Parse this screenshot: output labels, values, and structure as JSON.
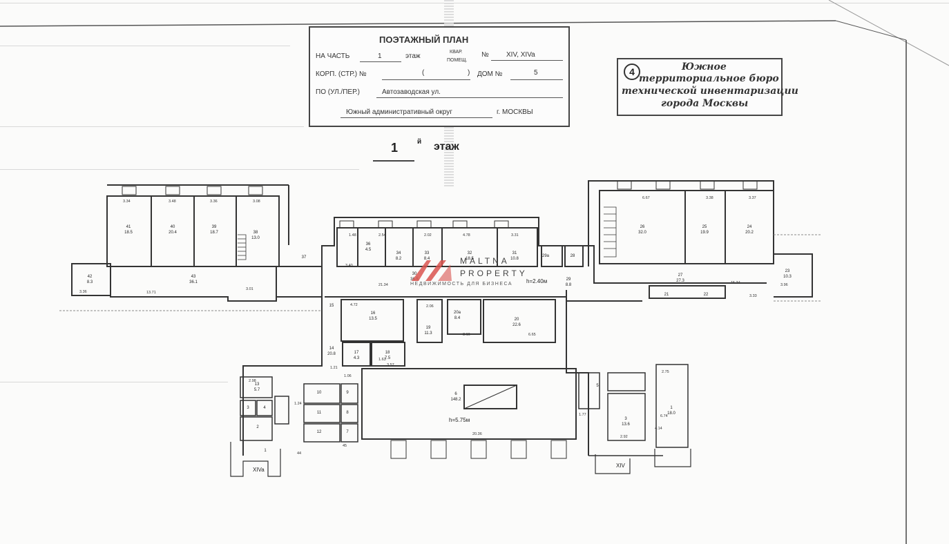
{
  "stamp": {
    "title": "ПОЭТАЖНЫЙ ПЛАН",
    "part_label": "НА ЧАСТЬ",
    "floor_value": "1",
    "floor_word": "этаж",
    "kvar_label": "КВАР.",
    "pomeshch_label": "ПОМЕЩ.",
    "no_label": "№",
    "no_value": "XIV, XIVa",
    "korp_label": "КОРП. (СТР.) №",
    "korp_paren_open": "(",
    "korp_paren_close": ")",
    "dom_label": "ДОМ №",
    "dom_value": "5",
    "street_label": "ПО (УЛ./ПЕР.)",
    "street_value": "Автозаводская ул.",
    "district_value": "Южный административный округ",
    "city_value": "г. МОСКВЫ"
  },
  "bti": {
    "number": "4",
    "line1": "Южное",
    "line2": "территориальное бюро",
    "line3": "технической инвентаризации",
    "line4": "города Москвы"
  },
  "floor_heading": {
    "number": "1",
    "sup": "й",
    "word": "этаж"
  },
  "watermark": {
    "line1": "MALTNA",
    "line2": "PROPERTY",
    "line3": "НЕДВИЖИМОСТЬ ДЛЯ БИЗНЕСА"
  },
  "rooms": [
    {
      "n": "41",
      "a": "18.5"
    },
    {
      "n": "40",
      "a": "20.4"
    },
    {
      "n": "39",
      "a": "18.7"
    },
    {
      "n": "38",
      "a": "13.0"
    },
    {
      "n": "42",
      "a": "8.3"
    },
    {
      "n": "43",
      "a": "36.1"
    },
    {
      "n": "36",
      "a": "4.5"
    },
    {
      "n": "34",
      "a": "8.2"
    },
    {
      "n": "33",
      "a": "8.4"
    },
    {
      "n": "32",
      "a": "18.5"
    },
    {
      "n": "31",
      "a": "10.8"
    },
    {
      "n": "30",
      "a": "36.5"
    },
    {
      "n": "29а",
      "a": ""
    },
    {
      "n": "28",
      "a": ""
    },
    {
      "n": "29",
      "a": "8.8"
    },
    {
      "n": "26",
      "a": "32.0"
    },
    {
      "n": "25",
      "a": "19.9"
    },
    {
      "n": "24",
      "a": "20.2"
    },
    {
      "n": "27",
      "a": "27.3"
    },
    {
      "n": "23",
      "a": "10.3"
    },
    {
      "n": "21",
      "a": ""
    },
    {
      "n": "22",
      "a": ""
    },
    {
      "n": "15",
      "a": ""
    },
    {
      "n": "16",
      "a": "13.5"
    },
    {
      "n": "19",
      "a": "11.3"
    },
    {
      "n": "20а",
      "a": "8.4"
    },
    {
      "n": "20",
      "a": "22.6"
    },
    {
      "n": "14",
      "a": "20.8"
    },
    {
      "n": "17",
      "a": "4.3"
    },
    {
      "n": "18",
      "a": "7.5"
    },
    {
      "n": "13",
      "a": "5.7"
    },
    {
      "n": "10",
      "a": ""
    },
    {
      "n": "11",
      "a": ""
    },
    {
      "n": "12",
      "a": ""
    },
    {
      "n": "9",
      "a": ""
    },
    {
      "n": "8",
      "a": ""
    },
    {
      "n": "7",
      "a": ""
    },
    {
      "n": "6",
      "a": "148.2"
    },
    {
      "n": "3",
      "a": ""
    },
    {
      "n": "4",
      "a": ""
    },
    {
      "n": "2",
      "a": ""
    },
    {
      "n": "5",
      "a": ""
    },
    {
      "n": "3",
      "a": "13.6"
    },
    {
      "n": "1",
      "a": "18.0"
    },
    {
      "n": "1",
      "a": ""
    },
    {
      "n": "37",
      "a": ""
    }
  ],
  "heights": {
    "corridor": "h=2.40м",
    "hall": "h=5.75м"
  },
  "entrances": {
    "left": "XIVa",
    "right": "XIV"
  },
  "dims": [
    "3.34",
    "3.48",
    "3.36",
    "3.08",
    "6.67",
    "3.38",
    "3.37",
    "1.48",
    "2.54",
    "2.02",
    "4.78",
    "3.31",
    "21.34",
    "13.71",
    "3.01",
    "3.36",
    "3.40",
    "15.34",
    "3.33",
    "3.96",
    "4.72",
    "2.06",
    "3.16",
    "6.65",
    "20.36",
    "2.98",
    "1.24",
    "1.06",
    "1.21",
    "1.77",
    "2.75",
    "2.92",
    "3.57",
    "1.63",
    "6.74",
    "4.14",
    "44",
    "45"
  ]
}
